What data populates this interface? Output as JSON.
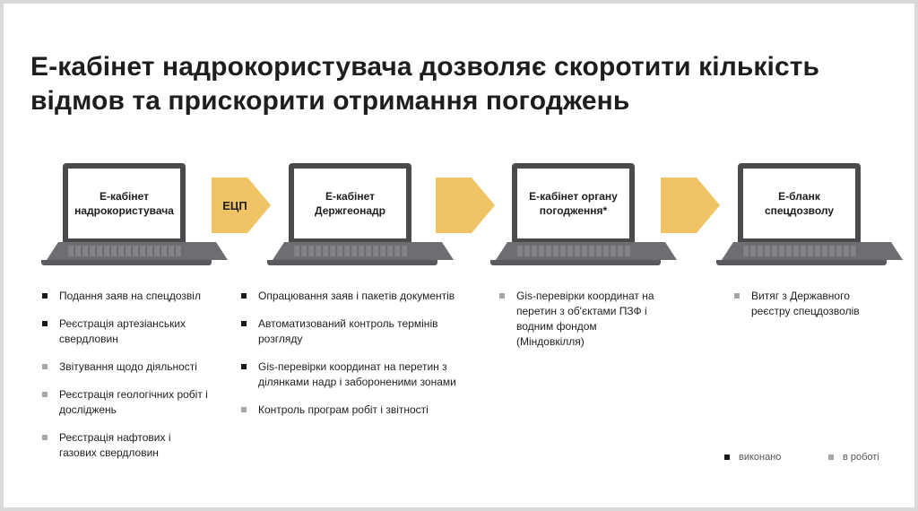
{
  "title": "Е-кабінет надрокористувача дозволяє скоротити кількість відмов та прискорити отримання погоджень",
  "colors": {
    "arrow": "#f0c464",
    "done_bullet": "#1a1a1a",
    "wip_bullet": "#a6a6a6",
    "laptop": "#4a4a4d"
  },
  "arrows": [
    {
      "label": "ЕЦП"
    },
    {
      "label": ""
    },
    {
      "label": ""
    }
  ],
  "laptops": [
    {
      "line1": "Е-кабінет",
      "line2": "надрокористувача",
      "icon": "laptop-icon"
    },
    {
      "line1": "Е-кабінет",
      "line2": "Держгеонадр",
      "icon": "laptop-icon"
    },
    {
      "line1": "Е-кабінет органу",
      "line2": "погодження*",
      "icon": "laptop-icon"
    },
    {
      "line1": "Е-бланк",
      "line2": "спецдозволу",
      "icon": "laptop-icon"
    }
  ],
  "columns": [
    {
      "items": [
        {
          "text": "Подання заяв на спецдозвіл",
          "status": "done"
        },
        {
          "text": "Реєстрація артезіанських свердловин",
          "status": "done"
        },
        {
          "text": "Звітування щодо діяльності",
          "status": "wip"
        },
        {
          "text": "Реєстрація геологічних робіт і досліджень",
          "status": "wip"
        },
        {
          "text": "Реєстрація нафтових і газових свердловин",
          "status": "wip"
        }
      ]
    },
    {
      "items": [
        {
          "text": "Опрацювання заяв і пакетів документів",
          "status": "done"
        },
        {
          "text": "Автоматизований контроль термінів розгляду",
          "status": "done"
        },
        {
          "text": "Gis-перевірки координат на перетин з ділянками надр і забороненими зонами",
          "status": "done"
        },
        {
          "text": "Контроль програм робіт і звітності",
          "status": "wip"
        }
      ]
    },
    {
      "items": [
        {
          "text": "Gis-перевірки координат на перетин з об'єктами ПЗФ і водним фондом (Міндовкілля)",
          "status": "wip"
        }
      ]
    },
    {
      "items": [
        {
          "text": "Витяг з Державного реєстру спецдозволів",
          "status": "wip"
        }
      ]
    }
  ],
  "legend": {
    "done": "виконано",
    "wip": "в роботі"
  }
}
